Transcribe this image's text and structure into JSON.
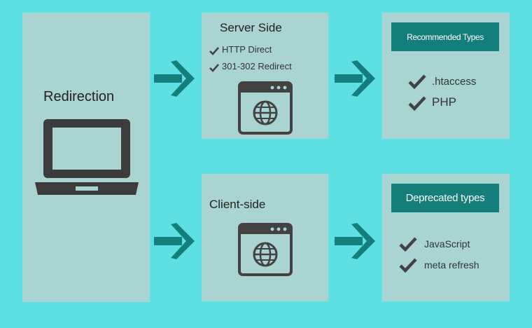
{
  "title": "Redirection",
  "server": {
    "title": "Server Side",
    "items": [
      "HTTP Direct",
      "301-302 Redirect"
    ]
  },
  "client": {
    "title": "Client-side"
  },
  "recommended": {
    "header": "Recommended Types",
    "items": [
      ".htaccess",
      "PHP"
    ]
  },
  "deprecated": {
    "header": "Deprecated types",
    "items": [
      "JavaScript",
      "meta refresh"
    ]
  },
  "colors": {
    "background": "#5ee0e3",
    "panel": "#a9d4d2",
    "arrow": "#147f7a",
    "header": "#147f7a",
    "icon": "#424242"
  },
  "icons": {
    "laptop": "laptop-icon",
    "browser": "browser-globe-icon",
    "check": "check-icon",
    "arrow": "arrow-right-icon"
  }
}
